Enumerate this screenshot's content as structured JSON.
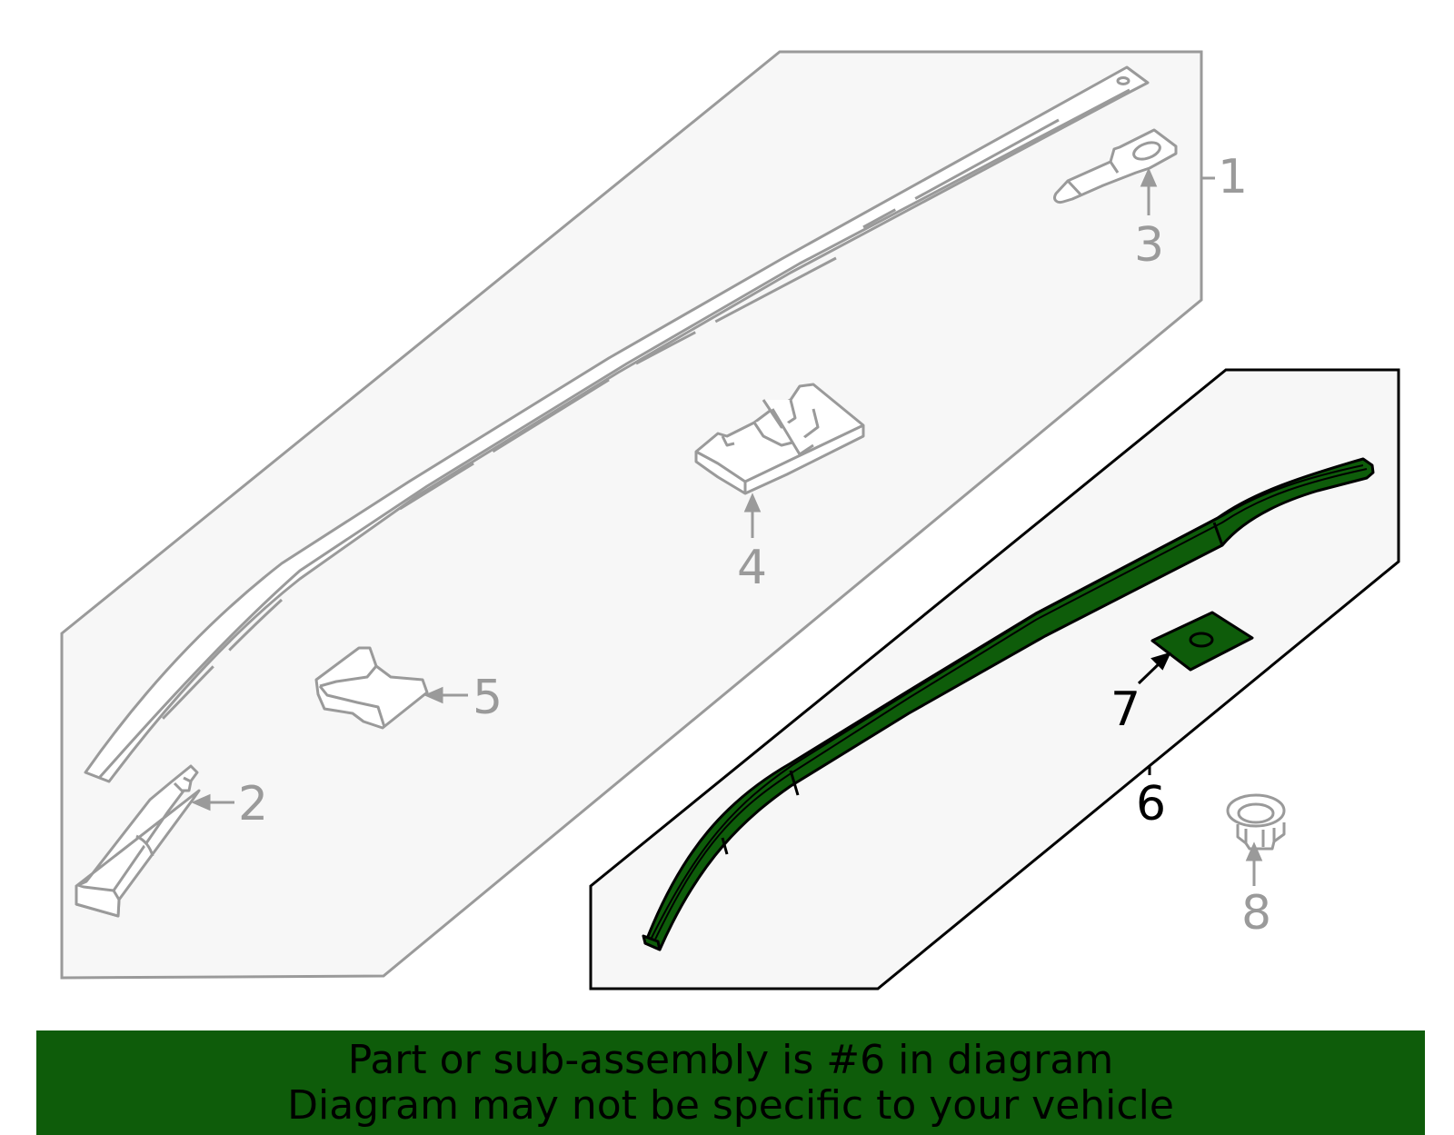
{
  "colors": {
    "highlight_fill": "#0e5c0a",
    "banner_bg": "#0e5c0a",
    "part_outline_gray": "#9a9a9a",
    "panel_fill": "#f7f7f7"
  },
  "callouts": {
    "c1": "1",
    "c2": "2",
    "c3": "3",
    "c4": "4",
    "c5": "5",
    "c6": "6",
    "c7": "7",
    "c8": "8"
  },
  "banner": {
    "line1": "Part or sub-assembly is #6 in diagram",
    "line2": "Diagram may not be specific to your vehicle"
  }
}
